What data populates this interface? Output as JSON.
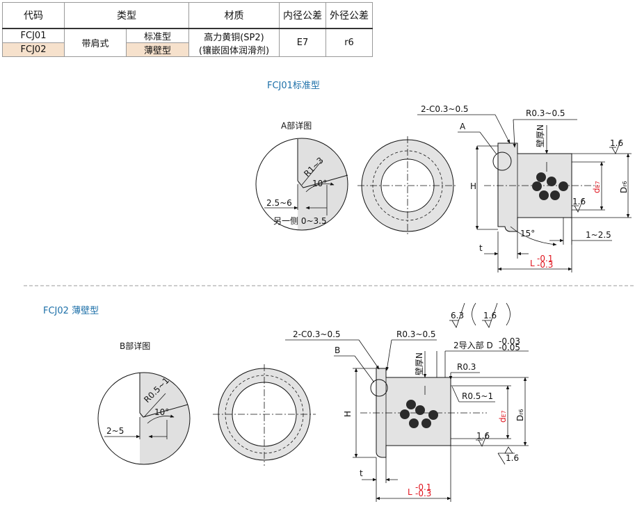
{
  "table": {
    "headers": [
      "代码",
      "类型",
      "材质",
      "内径公差",
      "外径公差"
    ],
    "rows": [
      {
        "code": "FCJ01",
        "type_group": "带肩式",
        "subtype": "标准型"
      },
      {
        "code": "FCJ02",
        "subtype": "薄壁型"
      }
    ],
    "material_line1": "高力黄铜(SP2)",
    "material_line2": "(镶嵌固体润滑剂)",
    "inner_tol": "E7",
    "outer_tol": "r6"
  },
  "section1": {
    "title": "FCJ01标准型",
    "detail_title": "A部详图",
    "detail": {
      "radius": "R1~3",
      "angle": "10°",
      "dim_a": "2.5~6",
      "dim_b": "另一侧 0~3.5"
    },
    "side": {
      "chamfer": "2-C0.3~0.5",
      "corner_r": "R0.3~0.5",
      "callout": "A",
      "wall": "壁厚N",
      "h": "H",
      "de": "d",
      "de_sub": "E7",
      "dr": "D",
      "dr_sub": "r6",
      "angle": "15°",
      "dim_1": "1~2.5",
      "t": "t",
      "l": "L",
      "l_up": "-0.1",
      "l_lo": "-0.3",
      "rough": "1.6"
    }
  },
  "section2": {
    "title": "FCJ02  薄壁型",
    "detail_title": "B部详图",
    "rough_a": "6.3",
    "rough_b": "1.6",
    "detail": {
      "radius": "R0.5~1",
      "angle": "10°",
      "dim_a": "2~5"
    },
    "side": {
      "chamfer": "2-C0.3~0.5",
      "callout": "B",
      "corner_r": "R0.3~0.5",
      "guide": "2导入部 D",
      "guide_up": "-0.03",
      "guide_lo": "-0.05",
      "r03": "R0.3",
      "r05": "R0.5~1",
      "wall": "壁厚N",
      "h": "H",
      "de": "d",
      "de_sub": "E7",
      "dr": "D",
      "dr_sub": "r6",
      "t": "t",
      "l": "L",
      "l_up": "-0.1",
      "l_lo": "-0.3",
      "rough": "1.6"
    }
  }
}
